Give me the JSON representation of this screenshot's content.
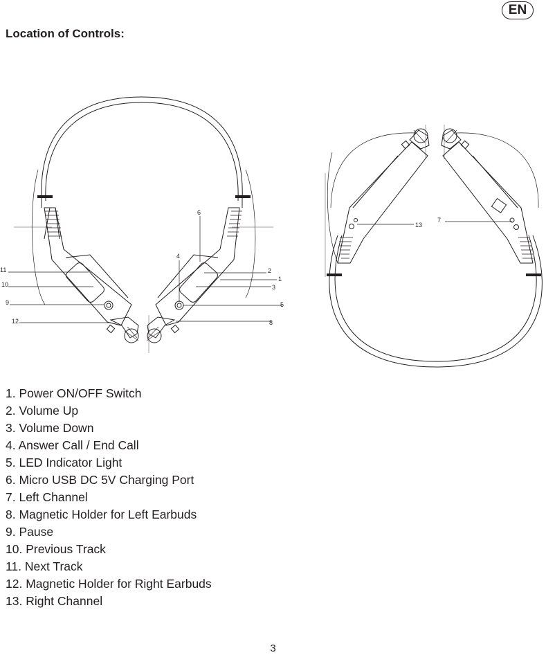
{
  "header": {
    "language_badge": "EN"
  },
  "title": "Location of Controls:",
  "diagram": {
    "callouts_front": [
      "11",
      "10",
      "9",
      "12",
      "6",
      "4",
      "2",
      "1",
      "3",
      "5",
      "8"
    ],
    "callouts_back": [
      "13",
      "7"
    ]
  },
  "controls": [
    "1. Power ON/OFF Switch",
    "2. Volume Up",
    "3. Volume Down",
    "4. Answer Call / End Call",
    "5. LED Indicator Light",
    "6. Micro USB DC 5V Charging Port",
    "7. Left Channel",
    "8. Magnetic Holder for Left Earbuds",
    "9. Pause",
    "10. Previous Track",
    "11. Next Track",
    "12. Magnetic Holder for Right Earbuds",
    "13. Right Channel"
  ],
  "footer": {
    "page_number": "3"
  }
}
